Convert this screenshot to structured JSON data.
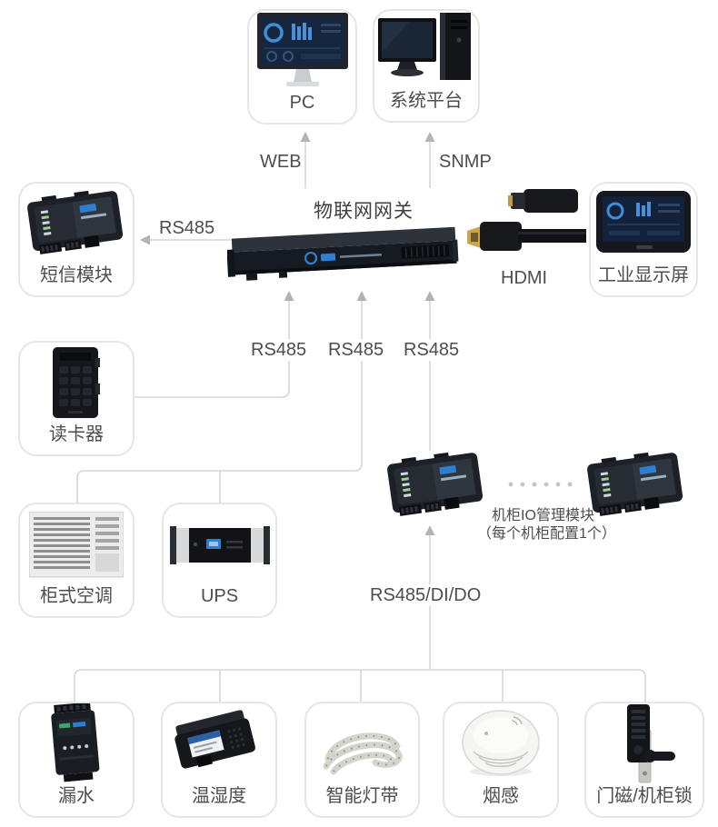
{
  "diagram": {
    "gateway_title": "物联网网关",
    "connections": {
      "web": "WEB",
      "snmp": "SNMP",
      "rs485_sms": "RS485",
      "rs485_a": "RS485",
      "rs485_b": "RS485",
      "rs485_c": "RS485",
      "hdmi": "HDMI",
      "rs485_dido": "RS485/DI/DO"
    },
    "io_module_caption": {
      "line1": "机柜IO管理模块",
      "line2": "（每个机柜配置1个）"
    },
    "nodes": {
      "pc": "PC",
      "platform": "系统平台",
      "sms_module": "短信模块",
      "industrial_display": "工业显示屏",
      "card_reader": "读卡器",
      "cabinet_ac": "柜式空调",
      "ups": "UPS",
      "water_leak": "漏水",
      "temp_humidity": "温湿度",
      "light_strip": "智能灯带",
      "smoke_sensor": "烟感",
      "door_lock": "门磁/机柜锁"
    },
    "colors": {
      "connector_line": "#d6d6d6",
      "arrow": "#b3b3b3",
      "node_border": "#e6e6e6",
      "label_text": "#4d4d4d",
      "device_body": "#171a20",
      "screen_navy": "#152440",
      "accent_blue": "#2f7fd0"
    }
  }
}
